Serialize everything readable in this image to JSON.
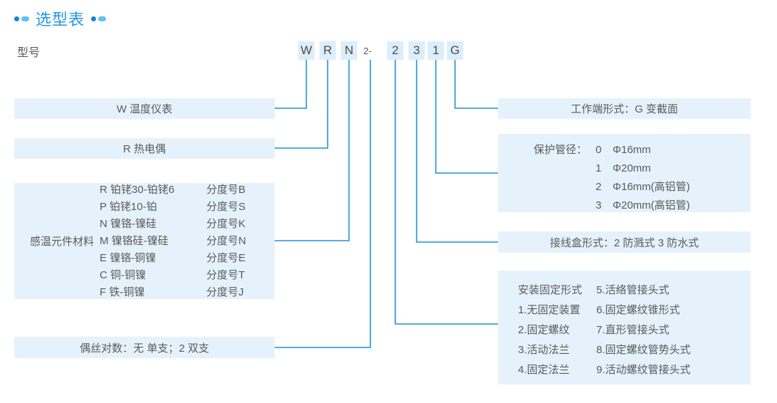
{
  "title": {
    "text": "选型表",
    "accent_dark": "#1184d8",
    "accent_light": "#62c0f2",
    "color": "#2196e8"
  },
  "model_label": "型号",
  "model_code": {
    "cells": [
      {
        "text": "W",
        "boxed": true
      },
      {
        "text": "R",
        "boxed": true
      },
      {
        "text": "N",
        "boxed": true
      },
      {
        "text": "2-",
        "boxed": false
      },
      {
        "text": "2",
        "boxed": true
      },
      {
        "text": "3",
        "boxed": true
      },
      {
        "text": "1",
        "boxed": true
      },
      {
        "text": "G",
        "boxed": true
      }
    ]
  },
  "left_boxes": {
    "instrument": "W 温度仪表",
    "thermocouple": "R 热电偶",
    "materials": {
      "label": "感温元件材料",
      "rows": [
        {
          "code": "R 铂铑30-铂铑6",
          "grade": "分度号B"
        },
        {
          "code": "P 铂铑10-铂",
          "grade": "分度号S"
        },
        {
          "code": "N 镍铬-镍硅",
          "grade": "分度号K"
        },
        {
          "code": "M 镍铬硅-镍硅",
          "grade": "分度号N"
        },
        {
          "code": "E 镍铬-铜镍",
          "grade": "分度号E"
        },
        {
          "code": "C 铜-铜镍",
          "grade": "分度号T"
        },
        {
          "code": "F 铁-铜镍",
          "grade": "分度号J"
        }
      ]
    },
    "wire_pairs": "偶丝对数：无 单支；2 双支"
  },
  "right_boxes": {
    "working_end": "工作端形式：G 变截面",
    "tube_diameter": {
      "label": "保护管径：",
      "items": [
        {
          "num": "0",
          "text": "Φ16mm"
        },
        {
          "num": "1",
          "text": "Φ20mm"
        },
        {
          "num": "2",
          "text": "Φ16mm(高铝管)"
        },
        {
          "num": "3",
          "text": "Φ20mm(高铝管)"
        }
      ]
    },
    "junction_box": "接线盒形式：2 防溅式 3 防水式",
    "mounting": {
      "col1": [
        "安装固定形式",
        "1.无固定装置",
        "2.固定螺纹",
        "3.活动法兰",
        "4.固定法兰"
      ],
      "col2": [
        "5.活络管接头式",
        "6.固定螺纹锥形式",
        "7.直形管接头式",
        "8.固定螺纹管势头式",
        "9.活动螺纹管接头式"
      ]
    }
  },
  "colors": {
    "box_fill": "#e6f2fb",
    "code_fill": "#ddeefb",
    "line": "#1a92d4",
    "text": "#5a5a5a"
  }
}
